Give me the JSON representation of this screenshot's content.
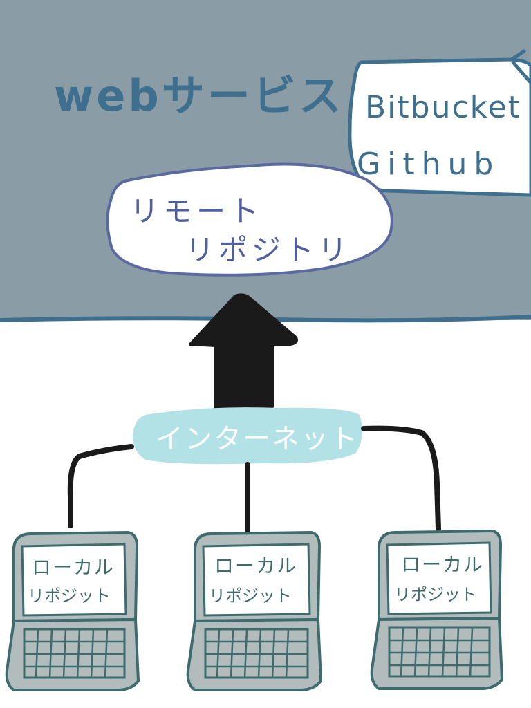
{
  "web_service": {
    "title": "webサービス",
    "providers": [
      "Bitbucket",
      "Github"
    ]
  },
  "remote_repository": {
    "line1": "リモート",
    "line2": "リポジトリ"
  },
  "internet": {
    "label": "インターネット"
  },
  "local_repositories": [
    {
      "line1": "ローカル",
      "line2": "リポジット"
    },
    {
      "line1": "ローカル",
      "line2": "リポジット"
    },
    {
      "line1": "ローカル",
      "line2": "リポジット"
    }
  ],
  "colors": {
    "web_band": "#8a9ca6",
    "web_band_border": "#3e6f8e",
    "title_text": "#3e6f8e",
    "cloud_fill": "#ffffff",
    "cloud_stroke": "#5a6aa0",
    "remote_text": "#4f5fa0",
    "arrow": "#1a1a1a",
    "internet_fill": "#b2e2e6",
    "internet_text": "#ffffff",
    "connector": "#1a1a1a",
    "laptop_fill": "#b3bcbc",
    "laptop_stroke": "#3d6b6e",
    "laptop_screen": "#ffffff",
    "laptop_text": "#3d6b6e"
  }
}
